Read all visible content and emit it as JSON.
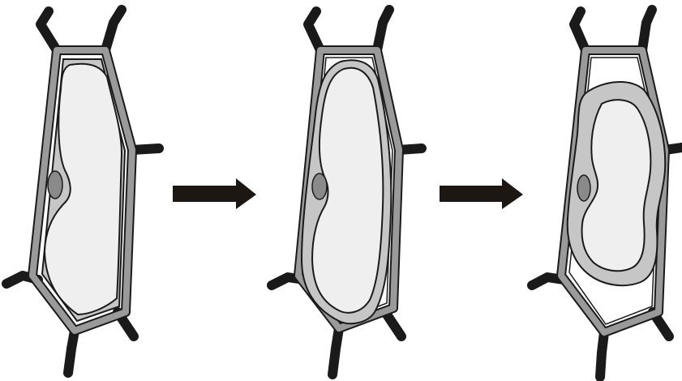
{
  "diagram": {
    "stages": [
      {
        "id": "stage-1",
        "plasmolysis": "none"
      },
      {
        "id": "stage-2",
        "plasmolysis": "incipient"
      },
      {
        "id": "stage-3",
        "plasmolysis": "complete"
      }
    ],
    "arrows": 2,
    "colors": {
      "wall_fill": "#9a9a9a",
      "outline": "#1a1a1a",
      "cytoplasm": "#c6c6c6",
      "vacuole": "#efefef",
      "nucleus": "#8a8a8a",
      "arrow": "#1c1712",
      "background": "#ffffff"
    }
  }
}
